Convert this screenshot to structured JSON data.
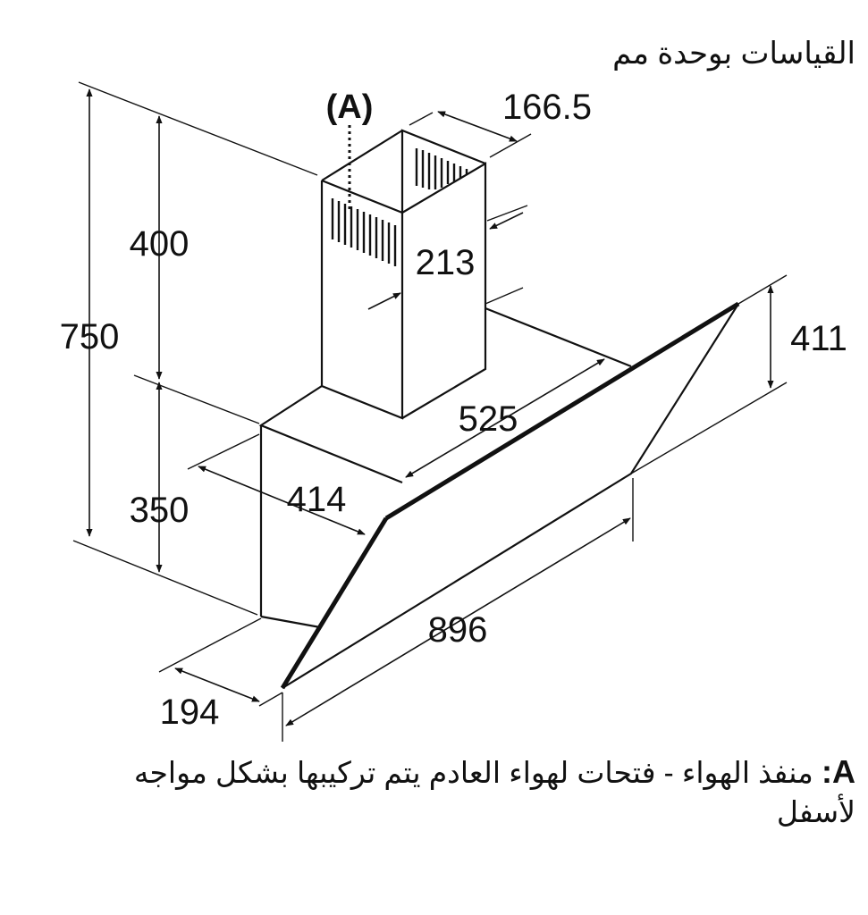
{
  "units_note": "القياسات بوحدة مم",
  "outlet_marker": "(A)",
  "dimensions": {
    "chimney_width": "166.5",
    "chimney_depth": "213",
    "upper_height": "400",
    "lower_height": "350",
    "total_height": "750",
    "glass_height": "411",
    "body_depth": "525",
    "inner_depth": "414",
    "glass_width": "896",
    "front_depth": "194"
  },
  "legend": {
    "key": "A:",
    "text": "منفذ الهواء - فتحات لهواء العادم يتم تركيبها بشكل مواجه لأسفل"
  }
}
